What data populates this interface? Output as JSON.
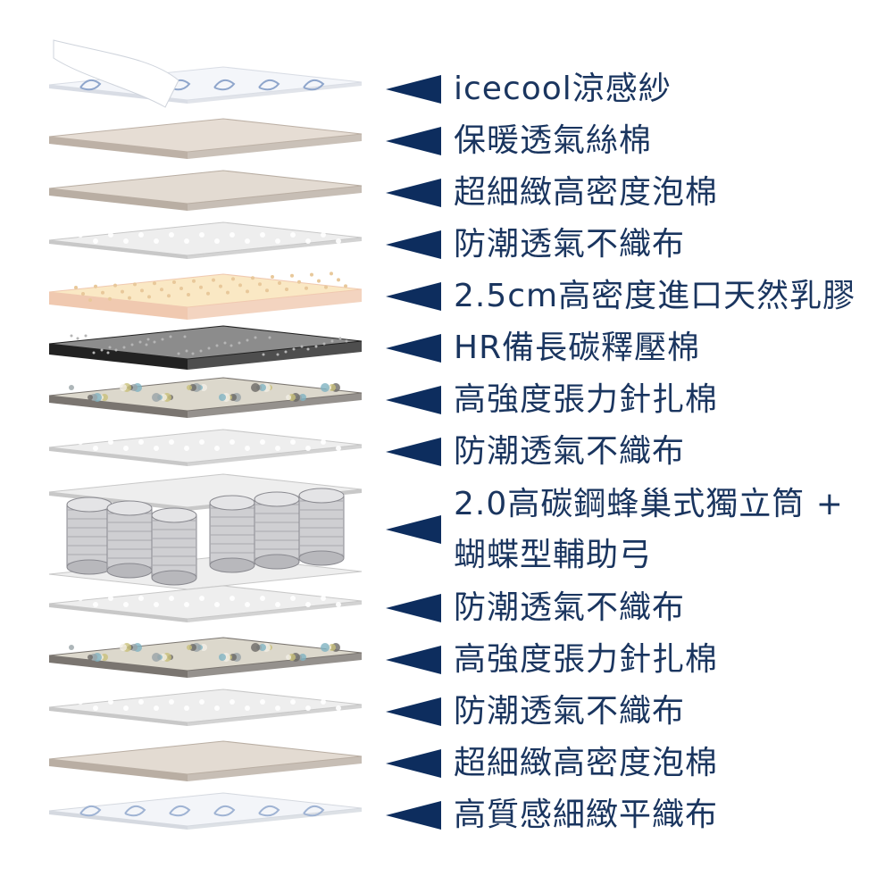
{
  "colors": {
    "arrow": "#0d2d5e",
    "text": "#1a355f"
  },
  "layers": [
    {
      "label": "icecool涼感紗",
      "type": "fabric",
      "top": "#f4f6fa",
      "edge": "#d9dde5",
      "accent": "#8fa6cc"
    },
    {
      "label": "保暖透氣絲棉",
      "type": "solid",
      "top": "#e6ddd4",
      "edge": "#bdb1a6"
    },
    {
      "label": "超細緻高密度泡棉",
      "type": "solid",
      "top": "#e3dbd2",
      "edge": "#b9aea3"
    },
    {
      "label": "防潮透氣不織布",
      "type": "nonwoven",
      "top": "#eeeeee",
      "edge": "#c8c8c8"
    },
    {
      "label": "2.5cm高密度進口天然乳膠",
      "type": "latex",
      "top": "#fae8c4",
      "edge": "#f0c9b0"
    },
    {
      "label": "HR備長碳釋壓棉",
      "type": "hr",
      "top": "#8c8c8c",
      "edge": "#222222"
    },
    {
      "label": "高強度張力針扎棉",
      "type": "mottled",
      "top": "#dcd8cc",
      "edge": "#7a7570"
    },
    {
      "label": "防潮透氣不織布",
      "type": "nonwoven",
      "top": "#eeeeee",
      "edge": "#c8c8c8"
    },
    {
      "label": [
        "2.0高碳鋼蜂巢式獨立筒 +",
        "蝴蝶型輔助弓"
      ],
      "type": "springs",
      "top": "#eeeeee",
      "edge": "#c8c8c8"
    },
    {
      "label": "防潮透氣不織布",
      "type": "nonwoven",
      "top": "#eeeeee",
      "edge": "#c8c8c8"
    },
    {
      "label": "高強度張力針扎棉",
      "type": "mottled",
      "top": "#dcd8cc",
      "edge": "#7a7570"
    },
    {
      "label": "防潮透氣不織布",
      "type": "nonwoven",
      "top": "#eeeeee",
      "edge": "#c8c8c8"
    },
    {
      "label": "超細緻高密度泡棉",
      "type": "solid",
      "top": "#e3dbd2",
      "edge": "#b9aea3"
    },
    {
      "label": "高質感細緻平織布",
      "type": "fabric",
      "top": "#f3f5f9",
      "edge": "#d5d9e0",
      "accent": "#9fb3d3"
    }
  ]
}
